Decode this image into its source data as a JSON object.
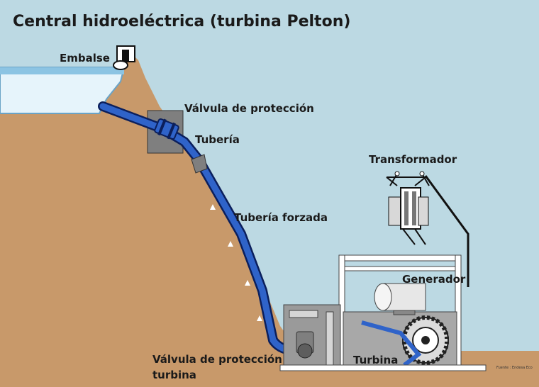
{
  "title": "Central hidroeléctrica (turbina Pelton)",
  "labels": {
    "embalse": "Embalse",
    "valvula_proteccion": "Válvula de protección",
    "tuberia": "Tubería",
    "transformador": "Transformador",
    "tuberia_forzada": "Tubería forzada",
    "generador": "Generador",
    "valvula_turbina_line1": "Válvula de protección",
    "valvula_turbina_line2": "turbina",
    "turbina": "Turbina"
  },
  "source": "Fuente : Endesa Eco",
  "colors": {
    "sky": "#bcd9e3",
    "earth": "#c8996a",
    "water": "#2f63c9",
    "pipe_outline": "#0b1f5c",
    "machinery": "#8a8a8a"
  }
}
